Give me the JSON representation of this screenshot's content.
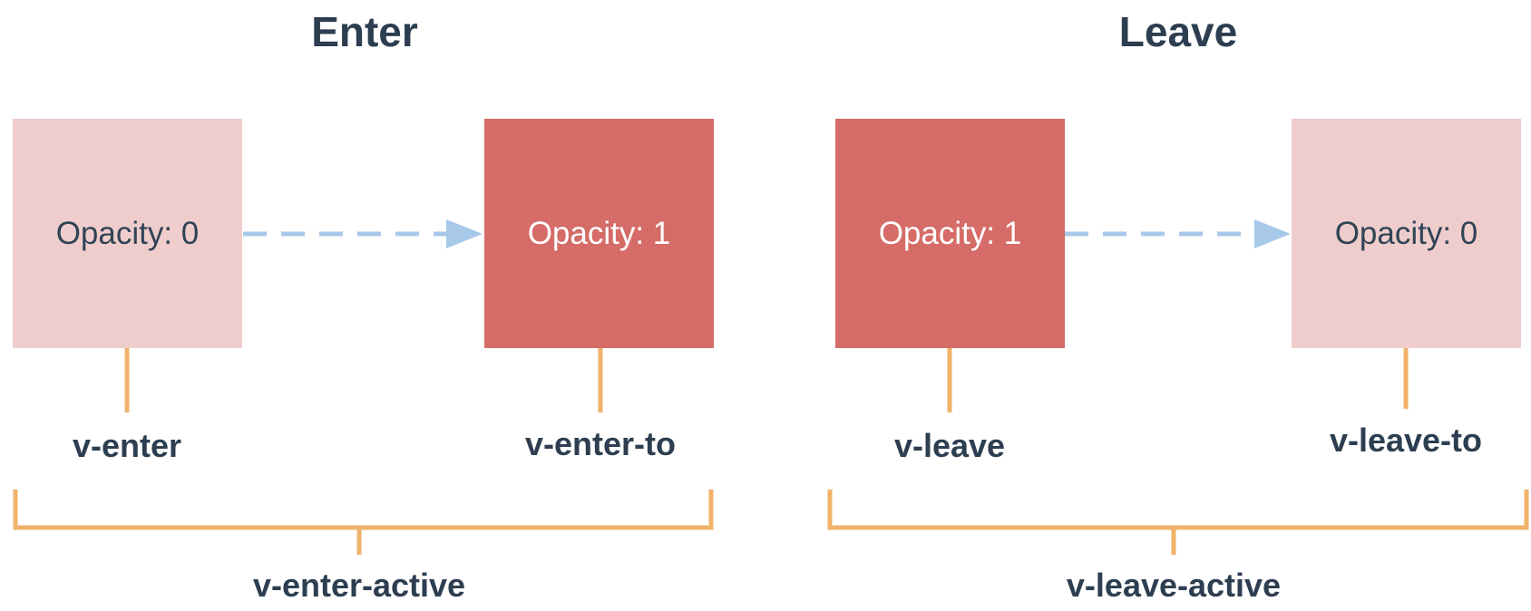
{
  "enter": {
    "title": "Enter",
    "start_box": {
      "text": "Opacity: 0",
      "label": "v-enter"
    },
    "end_box": {
      "text": "Opacity: 1",
      "label": "v-enter-to"
    },
    "active_label": "v-enter-active"
  },
  "leave": {
    "title": "Leave",
    "start_box": {
      "text": "Opacity: 1",
      "label": "v-leave"
    },
    "end_box": {
      "text": "Opacity: 0",
      "label": "v-leave-to"
    },
    "active_label": "v-leave-active"
  },
  "colors": {
    "faint_box": "#efcdcc",
    "solid_box": "#d56c68",
    "arrow": "#a8c8ea",
    "connector": "#f0b36b",
    "text_dark": "#2c3e50"
  }
}
